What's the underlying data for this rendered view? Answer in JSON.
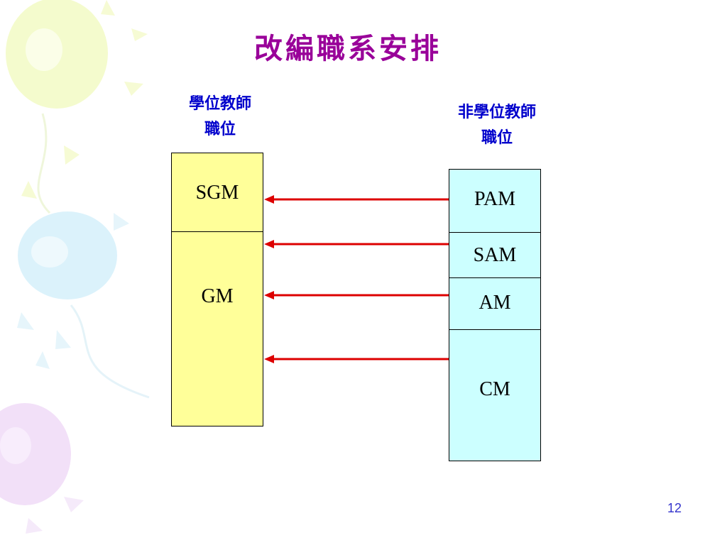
{
  "slide": {
    "title": "改編職系安排",
    "left_label_line1": "學位教師",
    "left_label_line2": "職位",
    "right_label_line1": "非學位教師",
    "right_label_line2": "職位",
    "page_number": "12"
  },
  "left_column": {
    "cells": [
      "SGM",
      "GM"
    ]
  },
  "right_column": {
    "cells": [
      "PAM",
      "SAM",
      "AM",
      "CM"
    ]
  },
  "colors": {
    "title": "#990099",
    "labels": "#0000cc",
    "left_fill": "#ffff99",
    "right_fill": "#ccffff",
    "arrow": "#dd0000"
  }
}
